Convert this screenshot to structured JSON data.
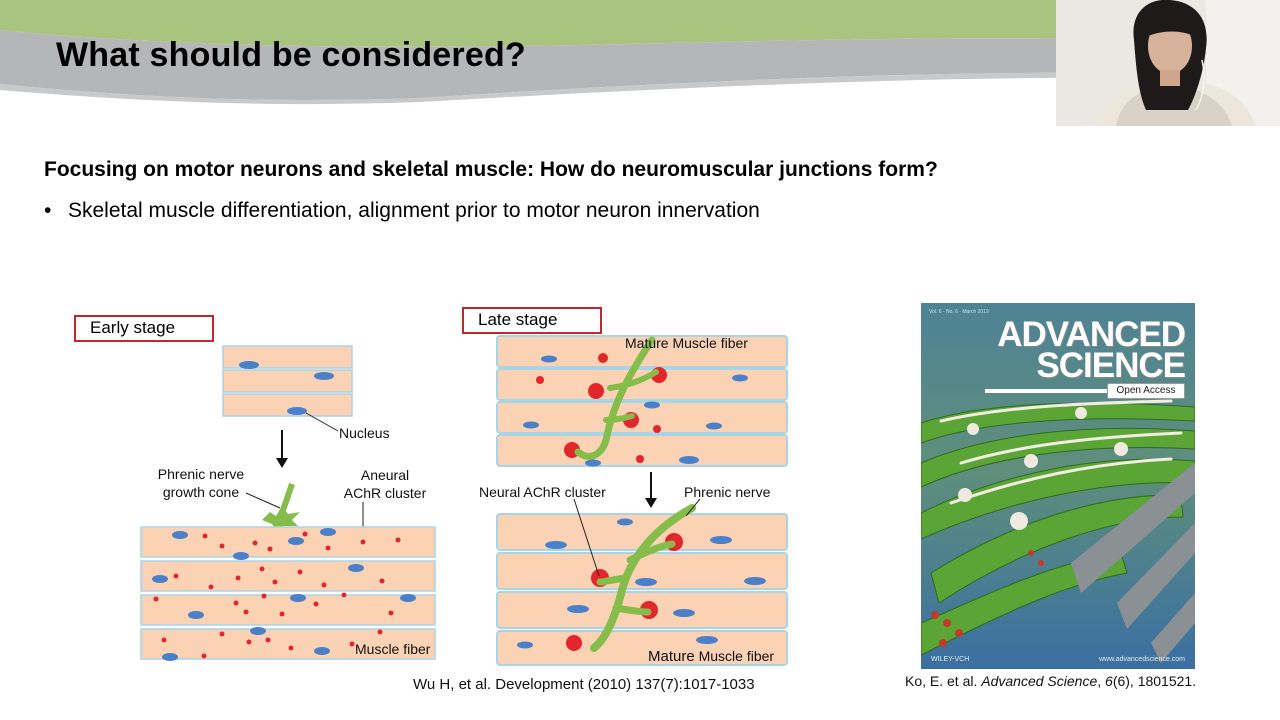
{
  "slide": {
    "title": "What should be considered?",
    "heading": "Focusing on motor neurons and skeletal muscle: How do neuromuscular junctions form?",
    "bullet_marker": "•",
    "bullet": "Skeletal muscle differentiation, alignment prior to motor neuron innervation"
  },
  "figure": {
    "early_stage_label": "Early stage",
    "late_stage_label": "Late stage",
    "nucleus": "Nucleus",
    "phrenic_nerve_growth_cone_line1": "Phrenic nerve",
    "phrenic_nerve_growth_cone_line2": "growth cone",
    "aneural_achr_line1": "Aneural",
    "aneural_achr_line2": "AChR cluster",
    "muscle_fiber": "Muscle fiber",
    "mature_muscle_fiber_top": "Mature Muscle fiber",
    "neural_achr_cluster": "Neural AChR cluster",
    "phrenic_nerve": "Phrenic nerve",
    "mature_word": "Mature",
    "muscle_fiber_bottom": "Muscle fiber",
    "citation": "Wu H, et al. Development (2010) 137(7):1017-1033"
  },
  "cover": {
    "issue_line": "Vol. 6 · No. 6 · March 2019",
    "title_line1": "ADVANCED",
    "title_line2": "SCIENCE",
    "open_access": "Open Access",
    "publisher": "WILEY-VCH",
    "url": "www.advancedscience.com",
    "citation_prefix": "Ko, E. et al. ",
    "citation_journal": "Advanced Science",
    "citation_sep": ", ",
    "citation_volume": "6",
    "citation_rest": "(6), 1801521."
  },
  "colors": {
    "banner_green": "#a8c47e",
    "banner_gray": "#b4b6b8",
    "fiber_fill": "#fbd2b4",
    "fiber_stroke": "#a9d4e6",
    "nucleus_blue": "#4a7fc9",
    "achr_red": "#e3262b",
    "nerve_green": "#86bd4a",
    "stage_box_border": "#c0282d"
  },
  "icons": {
    "presenter_video": "presenter-webcam"
  }
}
